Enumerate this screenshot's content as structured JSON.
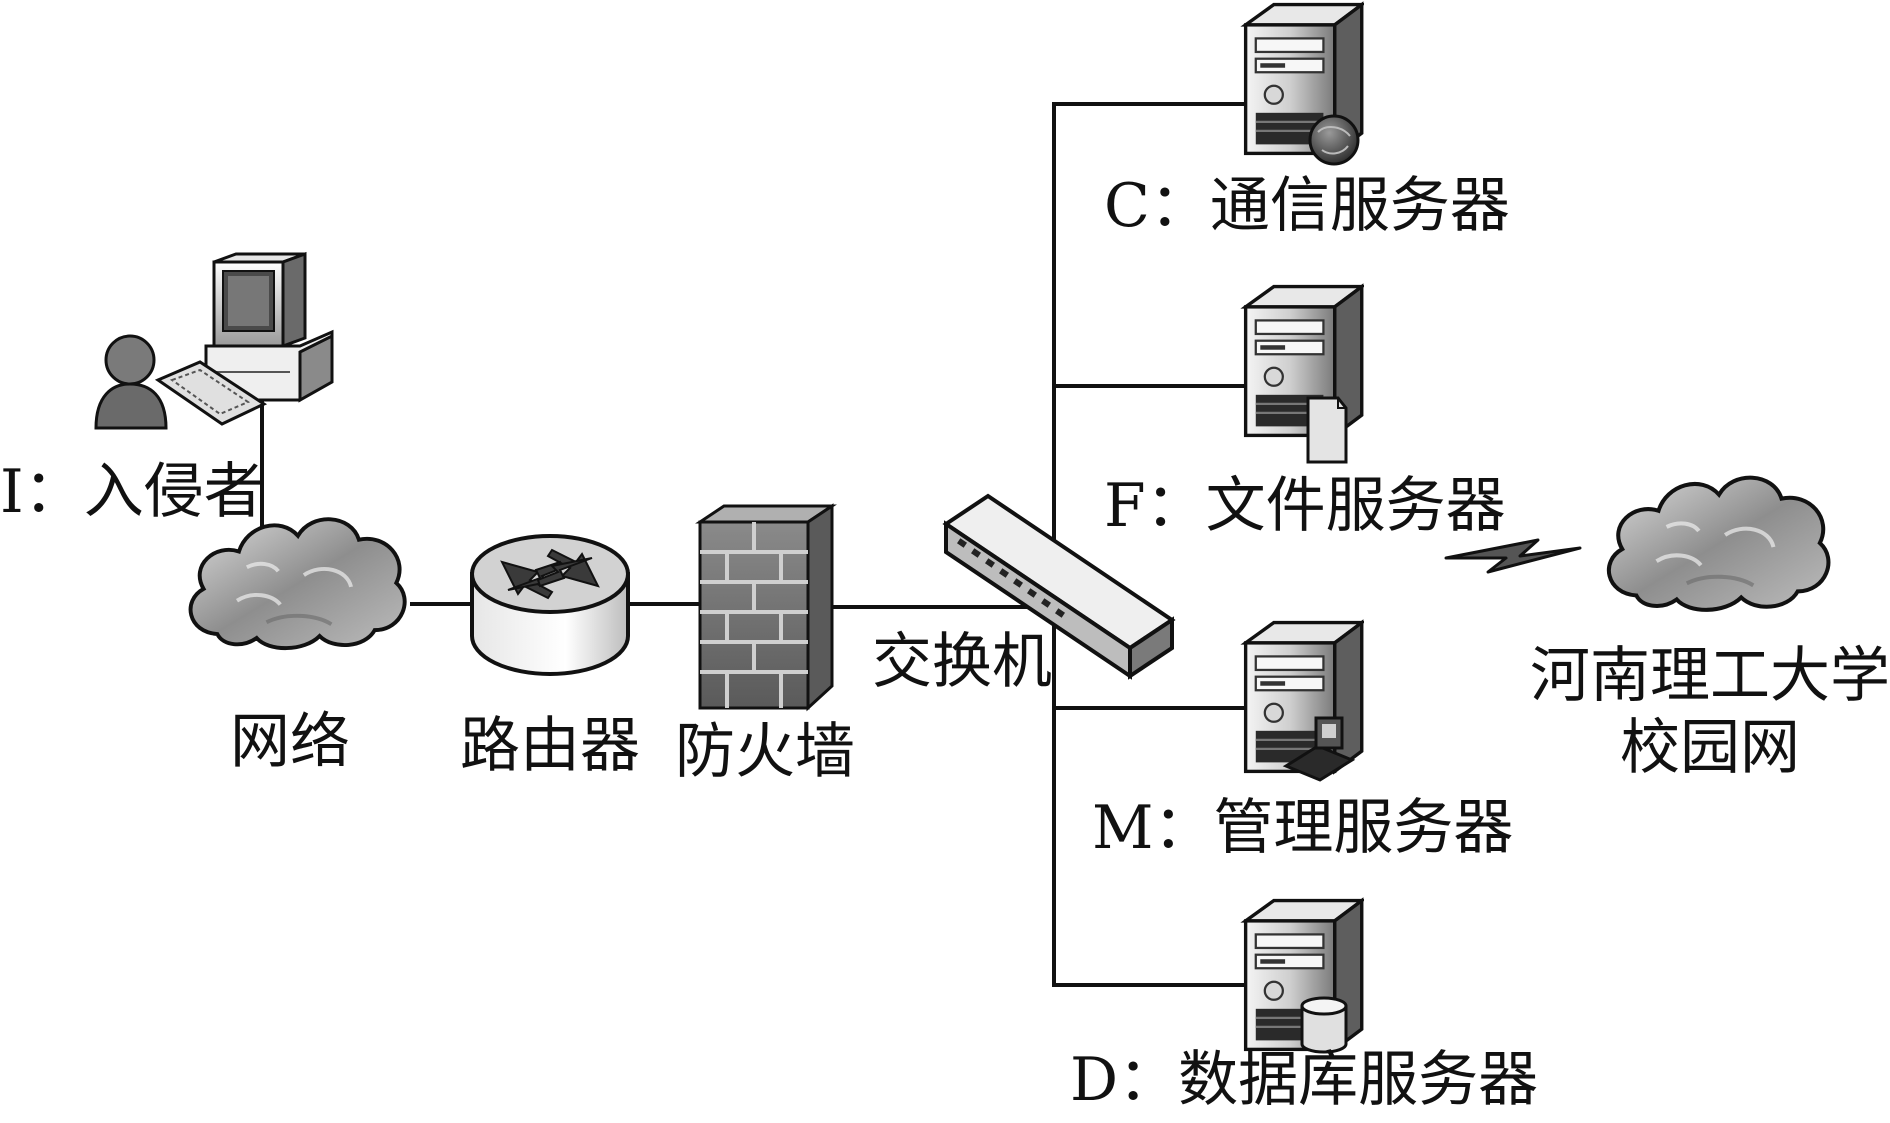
{
  "labels": {
    "intruder": "I：入侵者",
    "network": "网络",
    "router": "路由器",
    "firewall": "防火墙",
    "switch": "交换机",
    "comm_server": "C：通信服务器",
    "file_server": "F：文件服务器",
    "mgmt_server": "M：管理服务器",
    "db_server": "D：数据库服务器",
    "campus_line1": "河南理工大学",
    "campus_line2": "校园网"
  },
  "icons": {
    "intruder": "intruder-workstation-icon",
    "network": "cloud-icon",
    "router": "router-icon",
    "firewall": "brick-firewall-icon",
    "switch": "switch-icon",
    "comm_server": "server-globe-icon",
    "file_server": "server-file-icon",
    "mgmt_server": "server-admin-icon",
    "db_server": "server-database-icon",
    "campus": "cloud-icon",
    "link": "wireless-link-icon"
  },
  "colors": {
    "line": "#111111",
    "metal_light": "#f0f0f0",
    "metal_dark": "#555555",
    "cloud": "#9a9a9a"
  }
}
